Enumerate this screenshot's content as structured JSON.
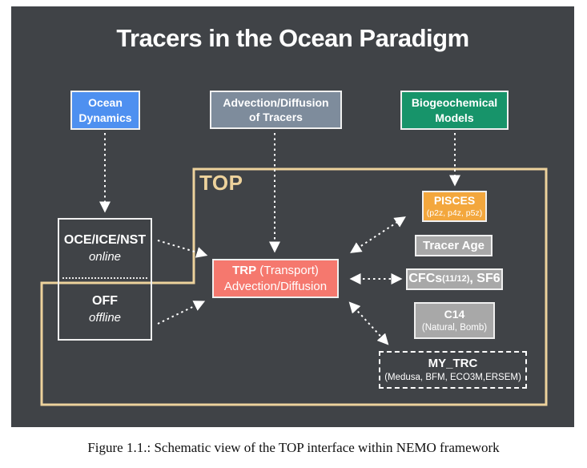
{
  "title": "Tracers in the Ocean Paradigm",
  "caption": "Figure 1.1.: Schematic view of the TOP interface within NEMO framework",
  "top_region_label": "TOP",
  "nodes": {
    "ocean_dynamics": {
      "line1": "Ocean",
      "line2": "Dynamics"
    },
    "advection": {
      "line1": "Advection/Diffusion",
      "line2": "of Tracers"
    },
    "biogeochemical": {
      "line1": "Biogeochemical",
      "line2": "Models"
    },
    "oce": {
      "title": "OCE/ICE/NST",
      "subtitle": "online"
    },
    "off": {
      "title": "OFF",
      "subtitle": "offline"
    },
    "trp": {
      "bold": "TRP",
      "rest": " (Transport)",
      "line2": "Advection/Diffusion"
    },
    "pisces": {
      "title": "PISCES",
      "subtitle": "(p2z, p4z, p5z)"
    },
    "tracer_age": {
      "title": "Tracer Age"
    },
    "cfc": {
      "prefix": "CFCs",
      "sub": "(11/12)",
      "suffix": ", SF6"
    },
    "c14": {
      "title": "C14",
      "subtitle": "(Natural, Bomb)"
    },
    "my_trc": {
      "title": "MY_TRC",
      "subtitle": "(Medusa, BFM, ECO3M,ERSEM)"
    }
  },
  "colors": {
    "panel_background": "#404347",
    "ocean_blue": "#4e90f0",
    "advection_slate": "#7e8c9c",
    "biogeo_green": "#17946a",
    "trp_salmon": "#f5786e",
    "pisces_orange": "#f3a73d",
    "tracer_gray": "#a8a8a8",
    "top_border_tan": "#edd29c"
  }
}
